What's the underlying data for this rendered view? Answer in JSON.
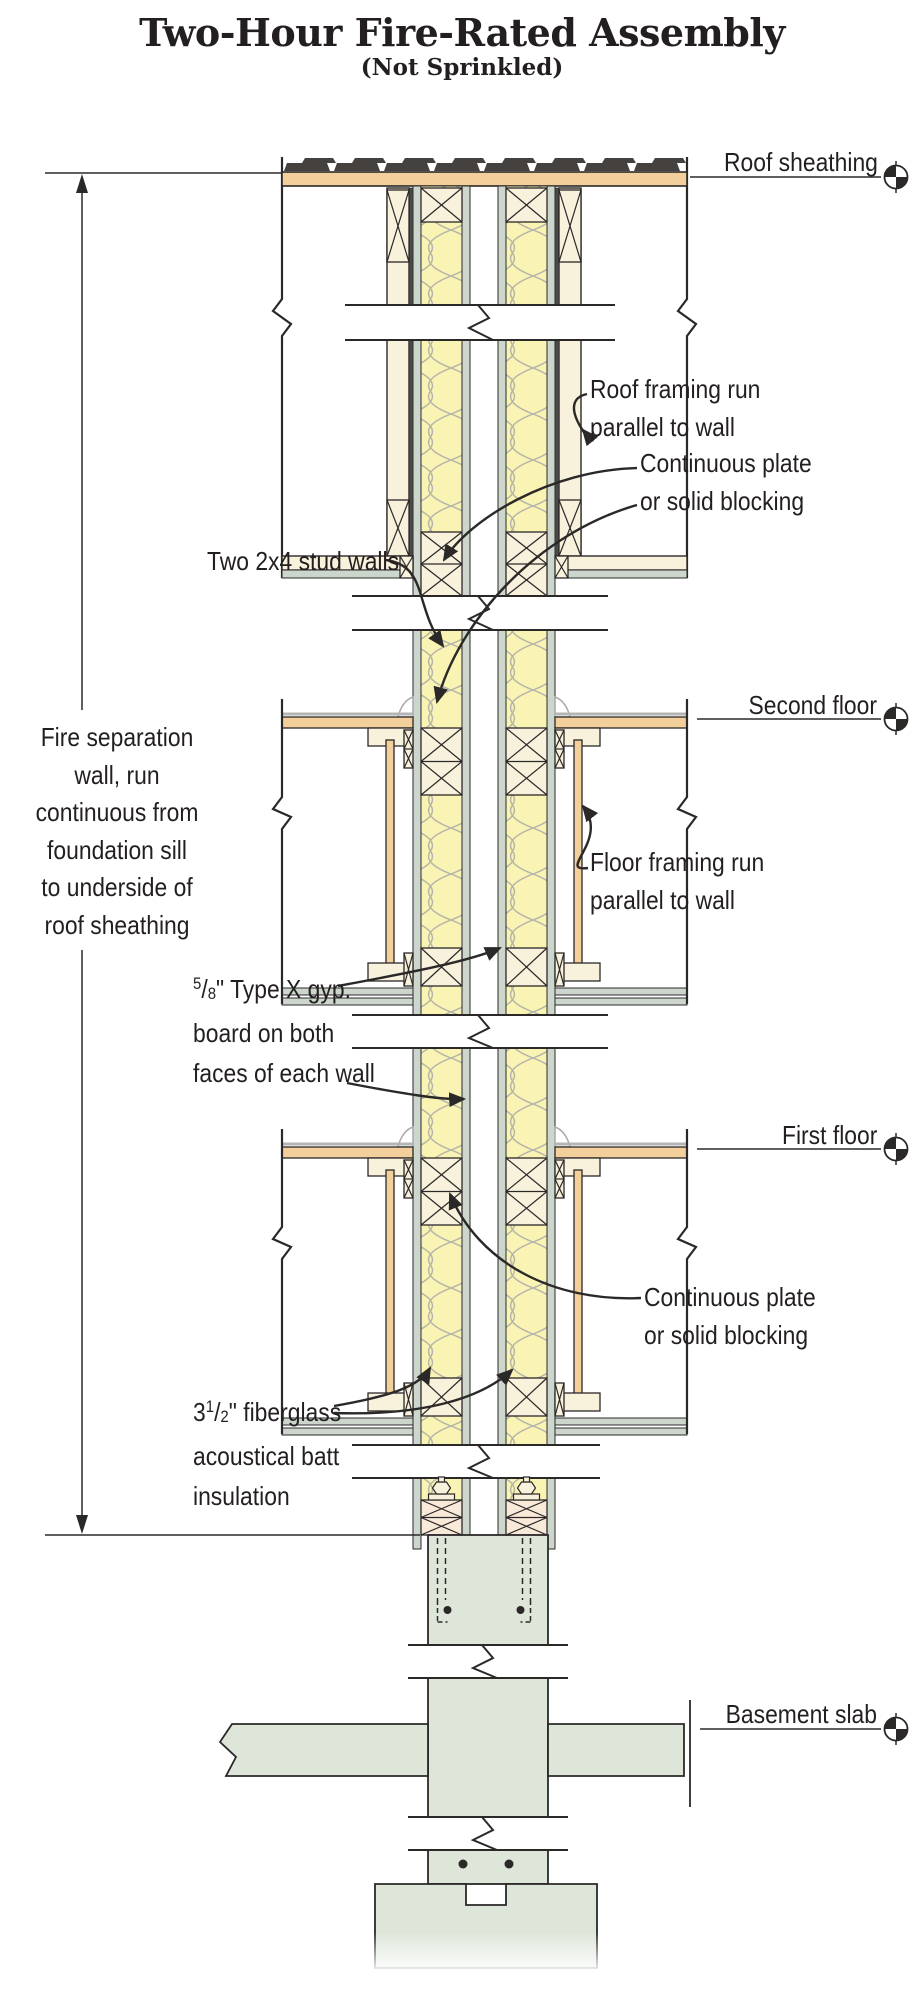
{
  "title": "Two-Hour Fire-Rated Assembly",
  "subtitle": "(Not Sprinkled)",
  "labels": {
    "roof_sheathing": "Roof sheathing",
    "roof_framing": [
      "Roof framing run",
      "parallel to wall"
    ],
    "two_stud_walls": "Two 2x4 stud walls",
    "continuous_plate_upper": [
      "Continuous plate",
      "or solid blocking"
    ],
    "second_floor": "Second floor",
    "fire_separation": [
      "Fire separation",
      "wall, run",
      "continuous from",
      "foundation sill",
      "to underside of",
      "roof sheathing"
    ],
    "floor_framing": [
      "Floor framing run",
      "parallel to wall"
    ],
    "gyp_board": {
      "sup": "5",
      "sub": "8",
      "rest": "\" Type X gyp.",
      "line2": "board on both",
      "line3": "faces of each wall"
    },
    "first_floor": "First floor",
    "continuous_plate_lower": [
      "Continuous plate",
      "or solid blocking"
    ],
    "insulation": {
      "pre": "3",
      "sup": "1",
      "sub": "2",
      "rest": "\" fiberglass",
      "line2": "acoustical batt",
      "line3": "insulation"
    },
    "basement_slab": "Basement slab"
  },
  "colors": {
    "line": "#2b2828",
    "dark_edge": "#4a4a48",
    "cream_wood": "#f8f1dc",
    "tan_wood": "#f3cf9b",
    "insulation_fill": "#f9f3b4",
    "insulation_curve": "#b4b4aa",
    "gypsum": "#cdd6cc",
    "concrete": "#dee6da",
    "shingle": "#45413e",
    "sill_pink": "#f8e9d8",
    "floor_topline": "#b5b5b5",
    "bump_stroke": "#a9a9a9",
    "label_text": "#231f20"
  }
}
